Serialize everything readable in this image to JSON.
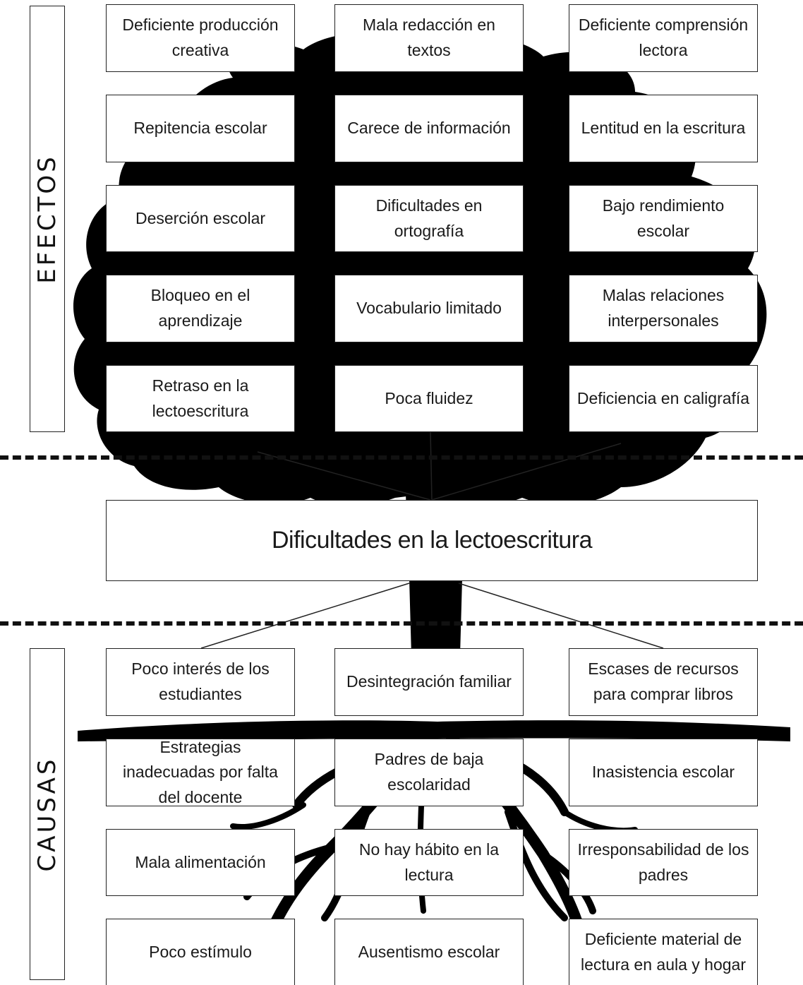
{
  "colors": {
    "tree": "#000000",
    "box_border": "#222222",
    "text": "#1a1a1a",
    "background": "#ffffff"
  },
  "labels": {
    "effects": "EFECTOS",
    "causes": "CAUSAS"
  },
  "central_problem": "Dificultades en  la lectoescritura",
  "effects": [
    [
      "Deficiente producción creativa",
      "Mala redacción en textos",
      "Deficiente comprensión lectora"
    ],
    [
      "Repitencia escolar",
      "Carece de información",
      "Lentitud en la escritura"
    ],
    [
      "Deserción escolar",
      "Dificultades en ortografía",
      "Bajo rendimiento escolar"
    ],
    [
      "Bloqueo en el aprendizaje",
      "Vocabulario limitado",
      "Malas relaciones interpersonales"
    ],
    [
      "Retraso en la lectoescritura",
      "Poca fluidez",
      "Deficiencia en caligrafía"
    ]
  ],
  "causes": [
    [
      "Poco interés de los estudiantes",
      "Desintegración familiar",
      "Escases de recursos para comprar libros"
    ],
    [
      "Estrategias inadecuadas por falta del docente",
      "Padres de baja escolaridad",
      "Inasistencia escolar"
    ],
    [
      "Mala alimentación",
      "No hay hábito en la lectura",
      "Irresponsabilidad de los padres"
    ],
    [
      "Poco estímulo",
      "Ausentismo escolar",
      "Deficiente material de lectura en aula y hogar"
    ]
  ]
}
